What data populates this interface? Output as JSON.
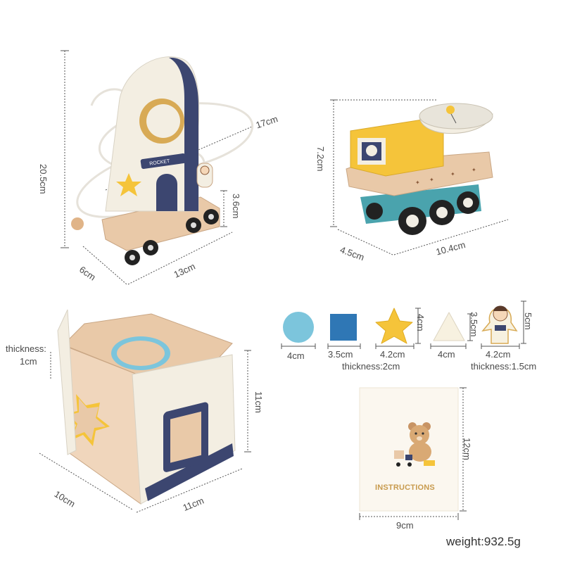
{
  "rocket": {
    "height": "20.5cm",
    "ring_diameter": "17cm",
    "base_height": "3.6cm",
    "depth": "6cm",
    "length": "13cm",
    "badge_text": "ROCKET"
  },
  "rover": {
    "height": "7.2cm",
    "depth": "4.5cm",
    "length": "10.4cm"
  },
  "box": {
    "wall_thickness_label": "thickness:",
    "wall_thickness_value": "1cm",
    "height": "11cm",
    "depth": "10cm",
    "width": "11cm"
  },
  "shapes": {
    "circle": "4cm",
    "square": "3.5cm",
    "star_width": "4.2cm",
    "star_height": "4cm",
    "triangle_width": "4cm",
    "triangle_height": "3.5cm",
    "astronaut_width": "4.2cm",
    "astronaut_height": "5cm",
    "blocks_thickness": "thickness:2cm",
    "astronaut_thickness": "thickness:1.5cm"
  },
  "manual": {
    "title": "INSTRUCTIONS",
    "height": "12cm",
    "width": "9cm"
  },
  "weight": "weight:932.5g",
  "colors": {
    "cream": "#f3eee2",
    "navy": "#3c4670",
    "wood": "#e9c9a8",
    "yellow": "#f5c43a",
    "teal": "#4aa3ad",
    "sky_blue": "#7cc5dc",
    "blue": "#2f77b5",
    "gold": "#d8aa55"
  }
}
